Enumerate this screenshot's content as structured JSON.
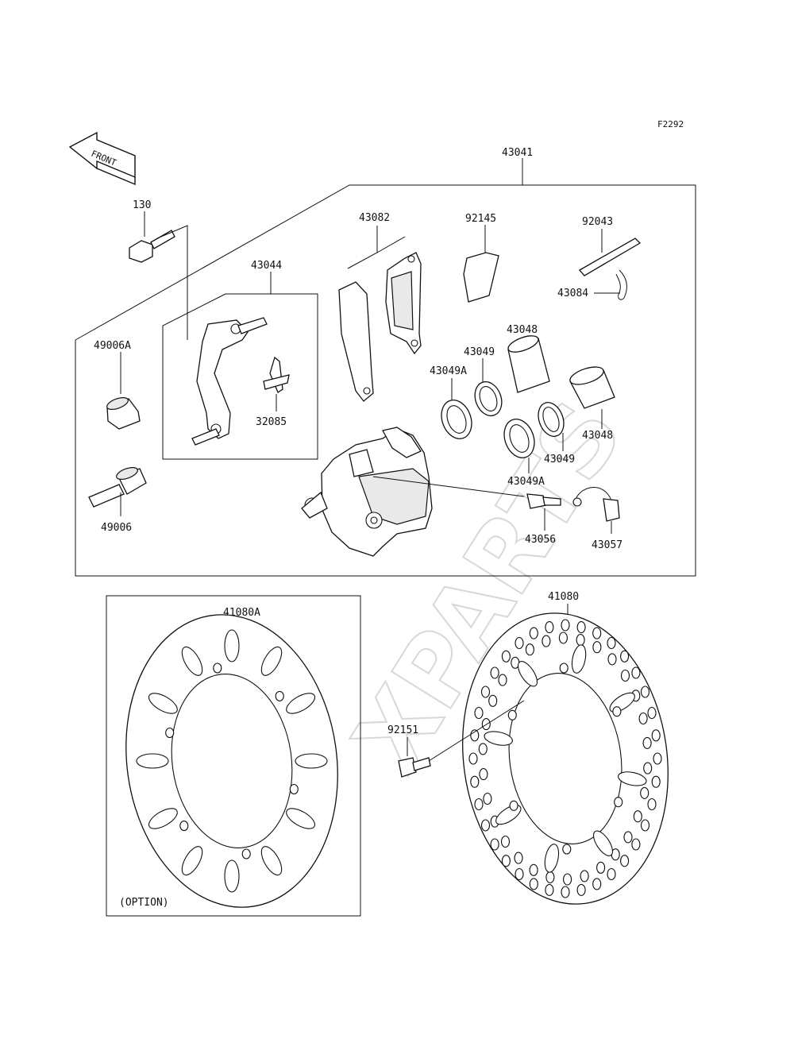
{
  "figure_code": "F2292",
  "front_arrow_label": "FRONT",
  "watermark": "XPARTS",
  "option_label": "(OPTION)",
  "parts": {
    "p43041": "43041",
    "p130": "130",
    "p43044": "43044",
    "p43082": "43082",
    "p92145": "92145",
    "p92043": "92043",
    "p43084": "43084",
    "p49006A": "49006A",
    "p32085": "32085",
    "p43048a": "43048",
    "p43049a": "43049",
    "p43049Aa": "43049A",
    "p43048b": "43048",
    "p43049b": "43049",
    "p43049Ab": "43049A",
    "p49006": "49006",
    "p43056": "43056",
    "p43057": "43057",
    "p41080A": "41080A",
    "p41080": "41080",
    "p92151": "92151"
  }
}
